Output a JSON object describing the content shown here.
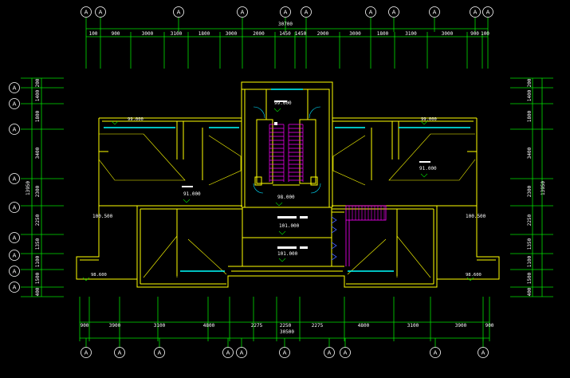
{
  "axis_label": "A",
  "top_total": "30700",
  "bottom_total": "30500",
  "left_total": "13950",
  "right_total": "13950",
  "top_dims": [
    "100",
    "900",
    "3000",
    "3100",
    "1800",
    "3000",
    "2000",
    "1450",
    "1450",
    "2000",
    "3000",
    "1800",
    "3100",
    "3000",
    "900",
    "100"
  ],
  "bottom_dims": [
    "900",
    "3900",
    "3100",
    "4800",
    "2275",
    "2250",
    "2275",
    "4800",
    "3100",
    "3900",
    "900"
  ],
  "left_dims": [
    "200",
    "1400",
    "1800",
    "3400",
    "2300",
    "2250",
    "1350",
    "1100",
    "1500",
    "400"
  ],
  "right_dims": [
    "200",
    "1400",
    "1800",
    "3400",
    "2300",
    "2250",
    "1350",
    "1100",
    "1500",
    "400"
  ],
  "elevations": [
    {
      "key": "e_top",
      "text": "99.000"
    },
    {
      "key": "e_bal_l",
      "text": "99.000"
    },
    {
      "key": "e_bal_r",
      "text": "99.000"
    },
    {
      "key": "e_room_r",
      "text": "91.000"
    },
    {
      "key": "e_room_l",
      "text": "91.000"
    },
    {
      "key": "e_stair",
      "text": "98.000"
    },
    {
      "key": "e_left",
      "text": "100.500"
    },
    {
      "key": "e_right",
      "text": "100.500"
    },
    {
      "key": "e_core1",
      "text": "101.000"
    },
    {
      "key": "e_core2",
      "text": "101.000"
    },
    {
      "key": "e_bl",
      "text": "98.600"
    },
    {
      "key": "e_br",
      "text": "98.600"
    }
  ]
}
